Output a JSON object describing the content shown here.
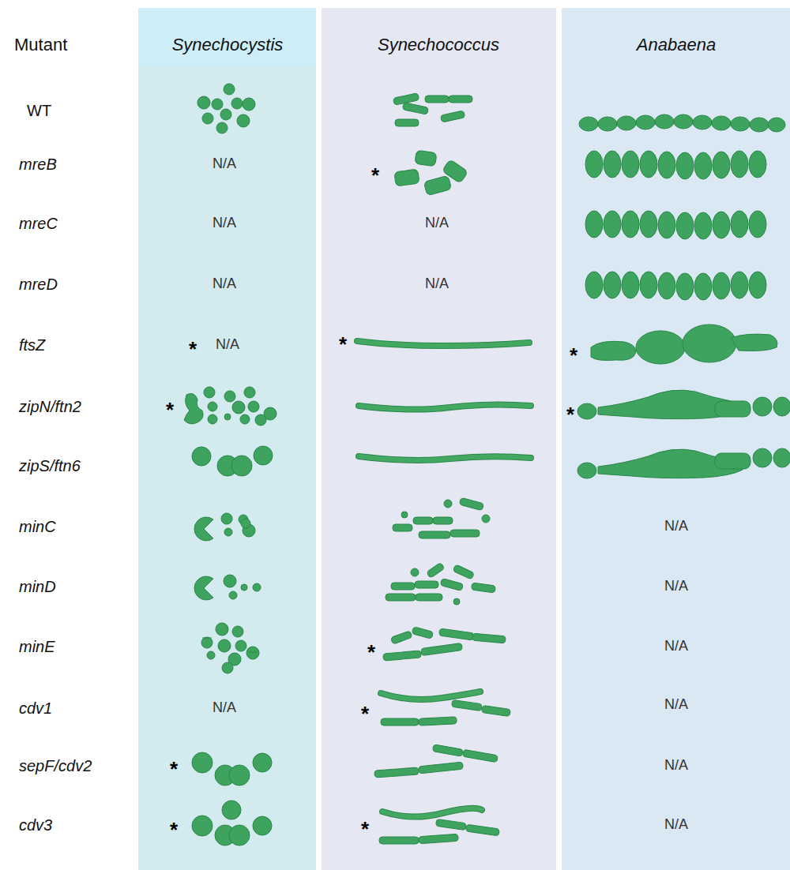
{
  "diagram": {
    "labels": [
      "Mutant",
      "Synechocystis",
      "Synechococcus",
      "Anabaena",
      "WT",
      "mreB",
      "N/A",
      "*",
      "mreC",
      "N/A",
      "N/A",
      "mreD",
      "N/A",
      "N/A",
      "ftsZ",
      "*",
      "N/A",
      "*",
      "*",
      "zipN/ftn2",
      "*",
      "*",
      "zipS/ftn6",
      "minC",
      "N/A",
      "minD",
      "N/A",
      "minE",
      "*",
      "N/A",
      "cdv1",
      "N/A",
      "*",
      "N/A",
      "sepF/cdv2",
      "*",
      "N/A",
      "cdv3",
      "*",
      "*",
      "N/A"
    ]
  }
}
